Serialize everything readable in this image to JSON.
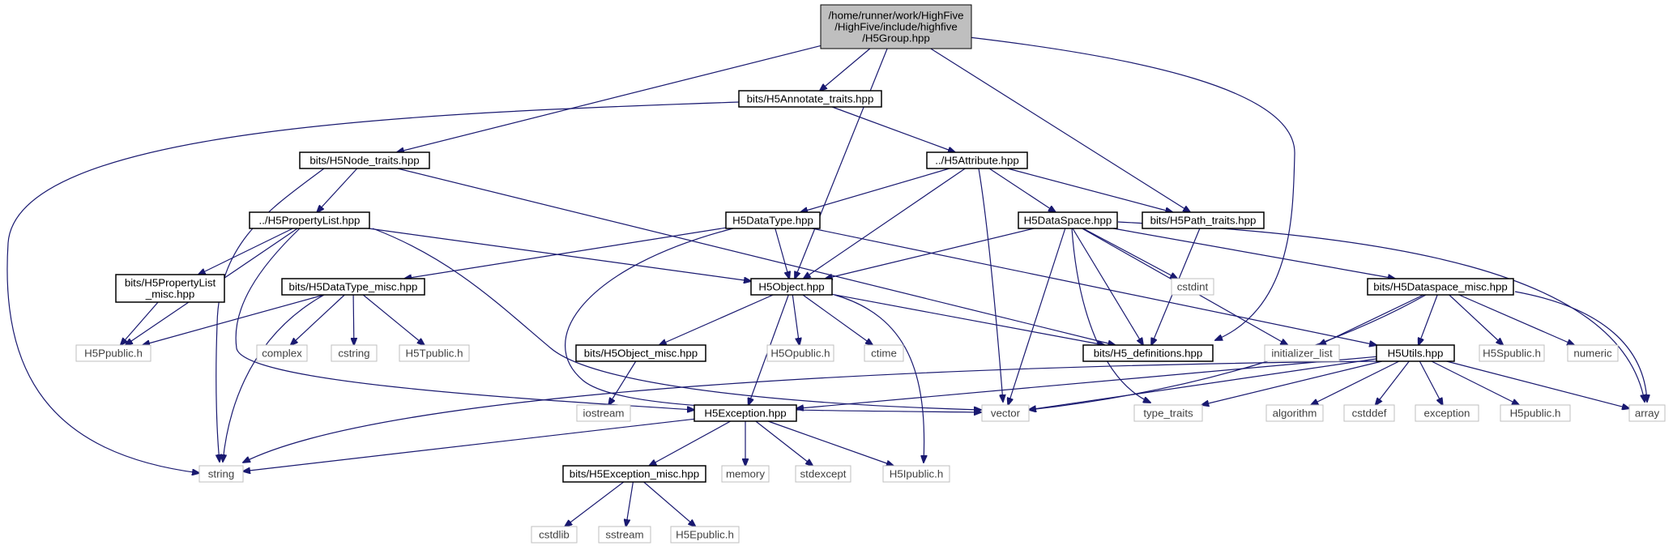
{
  "colors": {
    "edge": "#191970",
    "main_fill": "#bfbfbf",
    "external_border": "#bfbfbf",
    "external_text": "#404040"
  },
  "nodes": {
    "n_main": {
      "lines": [
        "/home/runner/work/HighFive",
        "/HighFive/include/highfive",
        "/H5Group.hpp"
      ]
    },
    "n_annot": {
      "lines": [
        "bits/H5Annotate_traits.hpp"
      ]
    },
    "n_node": {
      "lines": [
        "bits/H5Node_traits.hpp"
      ]
    },
    "n_attr": {
      "lines": [
        "../H5Attribute.hpp"
      ]
    },
    "n_plist": {
      "lines": [
        "../H5PropertyList.hpp"
      ]
    },
    "n_dtype": {
      "lines": [
        "H5DataType.hpp"
      ]
    },
    "n_dspace": {
      "lines": [
        "H5DataSpace.hpp"
      ]
    },
    "n_path": {
      "lines": [
        "bits/H5Path_traits.hpp"
      ]
    },
    "n_plmisc": {
      "lines": [
        "bits/H5PropertyList",
        "_misc.hpp"
      ]
    },
    "n_dtmisc": {
      "lines": [
        "bits/H5DataType_misc.hpp"
      ]
    },
    "n_object": {
      "lines": [
        "H5Object.hpp"
      ]
    },
    "n_cstdint": {
      "lines": [
        "cstdint"
      ]
    },
    "n_dsmisc": {
      "lines": [
        "bits/H5Dataspace_misc.hpp"
      ]
    },
    "n_h5p": {
      "lines": [
        "H5Ppublic.h"
      ]
    },
    "n_complex": {
      "lines": [
        "complex"
      ]
    },
    "n_cstring": {
      "lines": [
        "cstring"
      ]
    },
    "n_h5t": {
      "lines": [
        "H5Tpublic.h"
      ]
    },
    "n_objmisc": {
      "lines": [
        "bits/H5Object_misc.hpp"
      ]
    },
    "n_h5o": {
      "lines": [
        "H5Opublic.h"
      ]
    },
    "n_ctime": {
      "lines": [
        "ctime"
      ]
    },
    "n_defs": {
      "lines": [
        "bits/H5_definitions.hpp"
      ]
    },
    "n_initlist": {
      "lines": [
        "initializer_list"
      ]
    },
    "n_utils": {
      "lines": [
        "H5Utils.hpp"
      ]
    },
    "n_h5s": {
      "lines": [
        "H5Spublic.h"
      ]
    },
    "n_numeric": {
      "lines": [
        "numeric"
      ]
    },
    "n_iostream": {
      "lines": [
        "iostream"
      ]
    },
    "n_except": {
      "lines": [
        "H5Exception.hpp"
      ]
    },
    "n_vector": {
      "lines": [
        "vector"
      ]
    },
    "n_typetraits": {
      "lines": [
        "type_traits"
      ]
    },
    "n_algorithm": {
      "lines": [
        "algorithm"
      ]
    },
    "n_cstddef": {
      "lines": [
        "cstddef"
      ]
    },
    "n_exception": {
      "lines": [
        "exception"
      ]
    },
    "n_h5pub": {
      "lines": [
        "H5public.h"
      ]
    },
    "n_array": {
      "lines": [
        "array"
      ]
    },
    "n_string": {
      "lines": [
        "string"
      ]
    },
    "n_exmisc": {
      "lines": [
        "bits/H5Exception_misc.hpp"
      ]
    },
    "n_memory": {
      "lines": [
        "memory"
      ]
    },
    "n_stdexcept": {
      "lines": [
        "stdexcept"
      ]
    },
    "n_h5i": {
      "lines": [
        "H5Ipublic.h"
      ]
    },
    "n_cstdlib": {
      "lines": [
        "cstdlib"
      ]
    },
    "n_sstream": {
      "lines": [
        "sstream"
      ]
    },
    "n_h5e": {
      "lines": [
        "H5Epublic.h"
      ]
    }
  },
  "edges": [
    [
      "n_main",
      "n_annot"
    ],
    [
      "n_main",
      "n_node"
    ],
    [
      "n_main",
      "n_object"
    ],
    [
      "n_main",
      "n_path"
    ],
    [
      "n_main",
      "n_defs"
    ],
    [
      "n_annot",
      "n_attr"
    ],
    [
      "n_annot",
      "n_string"
    ],
    [
      "n_node",
      "n_plist"
    ],
    [
      "n_node",
      "n_string"
    ],
    [
      "n_node",
      "n_defs"
    ],
    [
      "n_attr",
      "n_dtype"
    ],
    [
      "n_attr",
      "n_object"
    ],
    [
      "n_attr",
      "n_vector"
    ],
    [
      "n_attr",
      "n_dspace"
    ],
    [
      "n_attr",
      "n_path"
    ],
    [
      "n_plist",
      "n_h5p"
    ],
    [
      "n_plist",
      "n_plmisc"
    ],
    [
      "n_plist",
      "n_except"
    ],
    [
      "n_plist",
      "n_vector"
    ],
    [
      "n_plist",
      "n_object"
    ],
    [
      "n_plmisc",
      "n_h5p"
    ],
    [
      "n_dtype",
      "n_dtmisc"
    ],
    [
      "n_dtype",
      "n_object"
    ],
    [
      "n_dtype",
      "n_vector"
    ],
    [
      "n_dtype",
      "n_utils"
    ],
    [
      "n_dtmisc",
      "n_h5p"
    ],
    [
      "n_dtmisc",
      "n_string"
    ],
    [
      "n_dtmisc",
      "n_complex"
    ],
    [
      "n_dtmisc",
      "n_cstring"
    ],
    [
      "n_dtmisc",
      "n_h5t"
    ],
    [
      "n_dspace",
      "n_object"
    ],
    [
      "n_dspace",
      "n_vector"
    ],
    [
      "n_dspace",
      "n_defs"
    ],
    [
      "n_dspace",
      "n_cstdint"
    ],
    [
      "n_dspace",
      "n_initlist"
    ],
    [
      "n_dspace",
      "n_typetraits"
    ],
    [
      "n_dspace",
      "n_dsmisc"
    ],
    [
      "n_dspace",
      "n_array"
    ],
    [
      "n_path",
      "n_defs"
    ],
    [
      "n_object",
      "n_objmisc"
    ],
    [
      "n_object",
      "n_h5o"
    ],
    [
      "n_object",
      "n_ctime"
    ],
    [
      "n_object",
      "n_except"
    ],
    [
      "n_object",
      "n_h5i"
    ],
    [
      "n_object",
      "n_defs"
    ],
    [
      "n_objmisc",
      "n_iostream"
    ],
    [
      "n_dsmisc",
      "n_initlist"
    ],
    [
      "n_dsmisc",
      "n_vector"
    ],
    [
      "n_dsmisc",
      "n_utils"
    ],
    [
      "n_dsmisc",
      "n_h5s"
    ],
    [
      "n_dsmisc",
      "n_numeric"
    ],
    [
      "n_dsmisc",
      "n_array"
    ],
    [
      "n_utils",
      "n_except"
    ],
    [
      "n_utils",
      "n_vector"
    ],
    [
      "n_utils",
      "n_typetraits"
    ],
    [
      "n_utils",
      "n_algorithm"
    ],
    [
      "n_utils",
      "n_cstddef"
    ],
    [
      "n_utils",
      "n_exception"
    ],
    [
      "n_utils",
      "n_h5pub"
    ],
    [
      "n_utils",
      "n_array"
    ],
    [
      "n_utils",
      "n_string"
    ],
    [
      "n_except",
      "n_string"
    ],
    [
      "n_except",
      "n_exmisc"
    ],
    [
      "n_except",
      "n_memory"
    ],
    [
      "n_except",
      "n_stdexcept"
    ],
    [
      "n_except",
      "n_h5i"
    ],
    [
      "n_exmisc",
      "n_cstdlib"
    ],
    [
      "n_exmisc",
      "n_sstream"
    ],
    [
      "n_exmisc",
      "n_h5e"
    ]
  ]
}
